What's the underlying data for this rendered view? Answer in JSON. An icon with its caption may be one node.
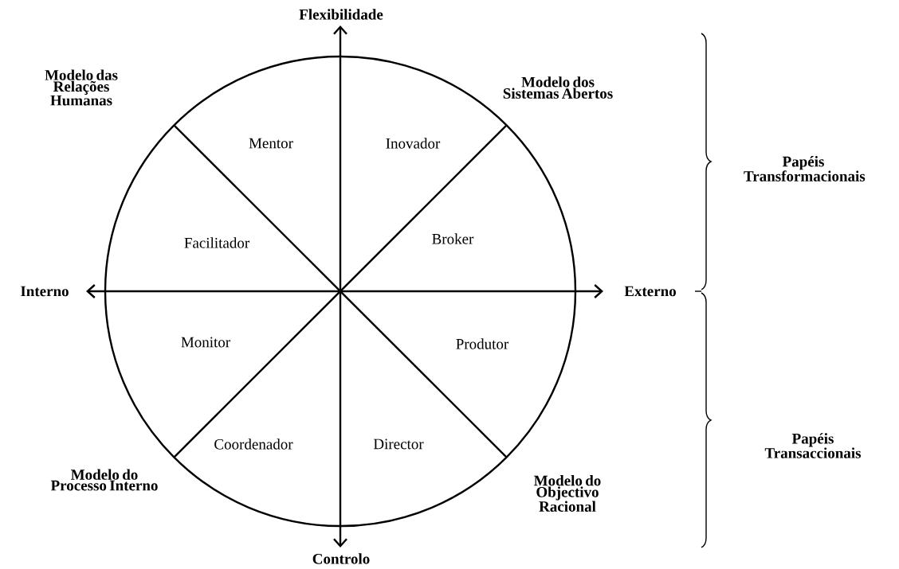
{
  "diagram": {
    "labels": [
      "Flexibilidade",
      "Modelo das Relações Humanas",
      "Mentor",
      "Inovador",
      "Modelo dos Sistemas Abertos",
      "Papéis Transformacionais",
      "Facilitador",
      "Broker",
      "Interno",
      "Externo",
      "Monitor",
      "Produtor",
      "Papéis Transaccionais",
      "Coordenador",
      "Director",
      "Modelo do Processo Interno",
      "Modelo do Objectivo Racional",
      "Controlo"
    ]
  }
}
